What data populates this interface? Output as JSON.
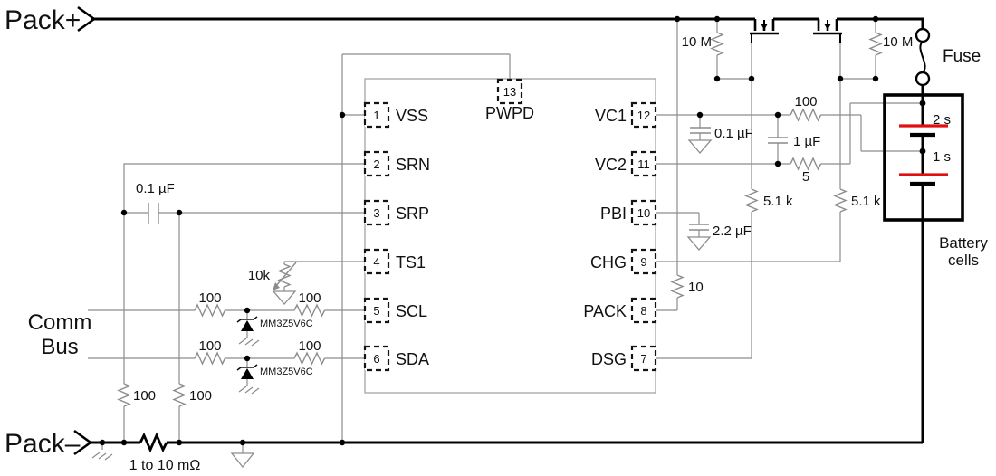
{
  "terminals": {
    "pack_plus": "Pack+",
    "pack_minus": "Pack–"
  },
  "comm_bus": {
    "line1": "Comm",
    "line2": "Bus"
  },
  "fuse_label": "Fuse",
  "battery": {
    "line1": "Battery",
    "line2": "cells",
    "top_cell": "2 s",
    "bottom_cell": "1 s"
  },
  "ic": {
    "pins": [
      {
        "n": "1",
        "name": "VSS"
      },
      {
        "n": "2",
        "name": "SRN"
      },
      {
        "n": "3",
        "name": "SRP"
      },
      {
        "n": "4",
        "name": "TS1"
      },
      {
        "n": "5",
        "name": "SCL"
      },
      {
        "n": "6",
        "name": "SDA"
      },
      {
        "n": "7",
        "name": "DSG"
      },
      {
        "n": "8",
        "name": "PACK"
      },
      {
        "n": "9",
        "name": "CHG"
      },
      {
        "n": "10",
        "name": "PBI"
      },
      {
        "n": "11",
        "name": "VC2"
      },
      {
        "n": "12",
        "name": "VC1"
      },
      {
        "n": "13",
        "name": "PWPD"
      }
    ]
  },
  "values": {
    "r_pullup_left": "10 M",
    "r_pullup_right": "10 M",
    "r_vc1": "100",
    "r_vc2": "5",
    "c_vc1": "0.1 µF",
    "c_diff": "1 µF",
    "c_pbi": "2.2 µF",
    "r_gate_dsg": "5.1 k",
    "r_gate_chg": "5.1 k",
    "r_pack": "10",
    "c_sense": "0.1 µF",
    "r_srn": "100",
    "r_srp": "100",
    "r_scl_in": "100",
    "r_scl_out": "100",
    "r_sda_in": "100",
    "r_sda_out": "100",
    "thermistor": "10k",
    "zener_scl": "MM3Z5V6C",
    "zener_sda": "MM3Z5V6C",
    "shunt": "1 to 10 mΩ"
  },
  "colors": {
    "wire": "#8c8c8c",
    "line": "#000000",
    "cell_positive_plate": "#e01010"
  }
}
